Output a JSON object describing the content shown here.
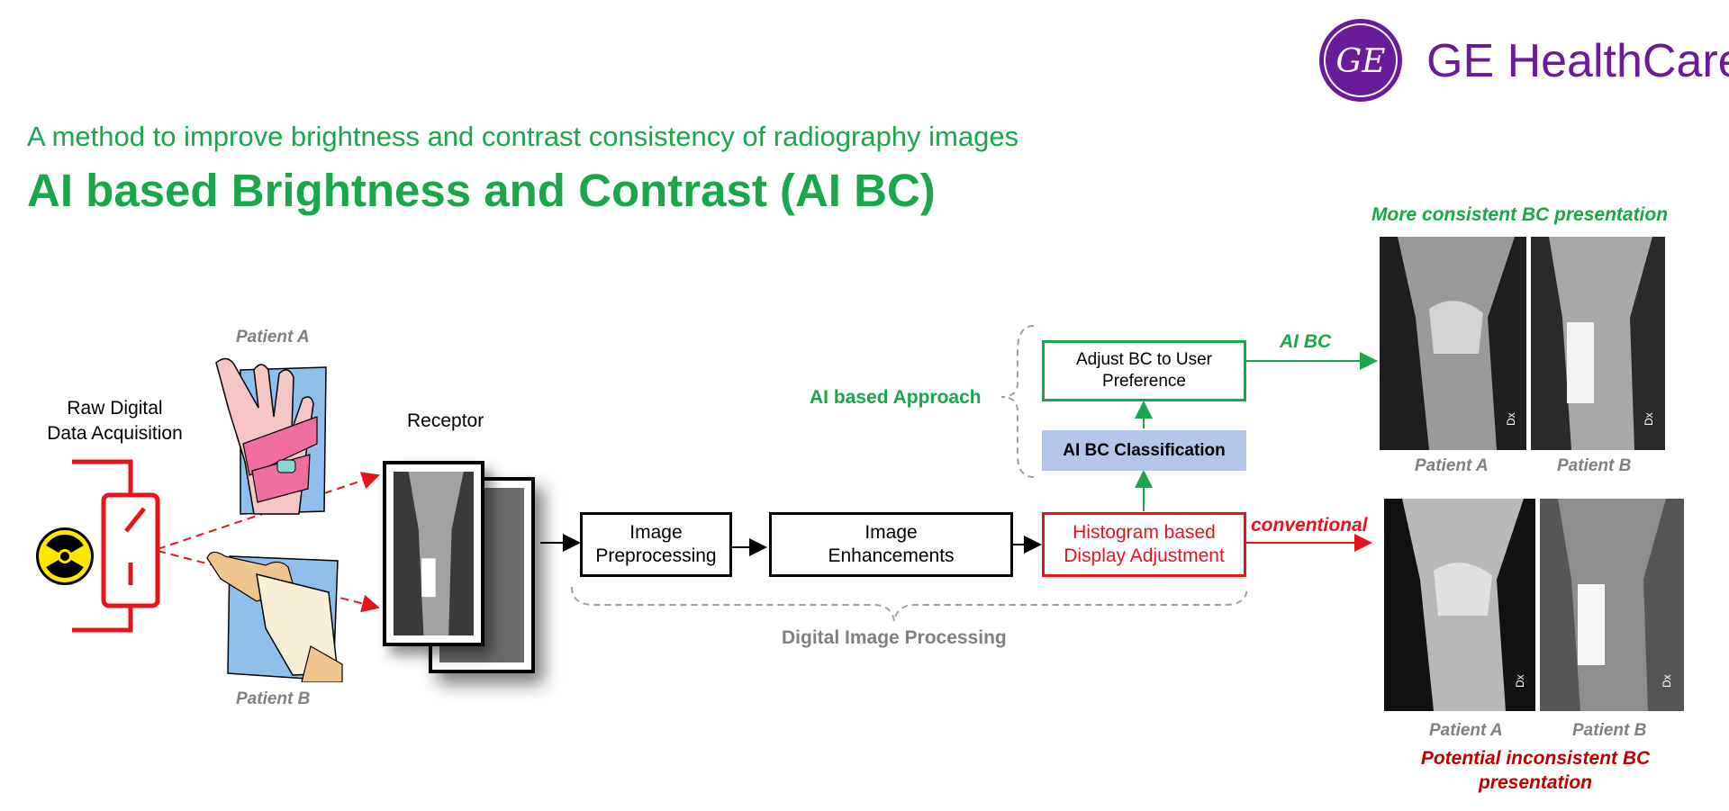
{
  "header": {
    "subtitle": "A method to improve brightness and contrast  consistency of radiography images",
    "title": "AI based Brightness and Contrast (AI BC)"
  },
  "logo": {
    "monogram": "GE",
    "text": "GE HealthCare",
    "color": "#6a1b9a"
  },
  "left": {
    "acquisition_line1": "Raw Digital",
    "acquisition_line2": "Data Acquisition",
    "radiation_icon": "radiation-icon",
    "patient_a": "Patient A",
    "patient_b": "Patient B",
    "receptor": "Receptor"
  },
  "pipeline": {
    "preprocessing": [
      "Image",
      "Preprocessing"
    ],
    "enhancements": [
      "Image",
      "Enhancements"
    ],
    "histogram": [
      "Histogram based",
      "Display Adjustment"
    ],
    "classification": "AI BC Classification",
    "adjust": [
      "Adjust BC to User",
      "Preference"
    ],
    "ai_approach": "AI based Approach",
    "digital_processing": "Digital Image Processing",
    "ai_bc_label": "AI BC",
    "conventional_label": "conventional"
  },
  "right": {
    "top_caption": "More consistent BC presentation",
    "top_patient_a": "Patient A",
    "top_patient_b": "Patient B",
    "bottom_patient_a": "Patient A",
    "bottom_patient_b": "Patient B",
    "bottom_caption_line1": "Potential inconsistent BC",
    "bottom_caption_line2": "presentation",
    "xray_marker": "Dx"
  },
  "colors": {
    "green": "#1aa64a",
    "red": "#e8141c",
    "dark_red": "#c00000",
    "gray": "#808080",
    "blue": "#b3c6e7",
    "purple": "#6a1b9a"
  }
}
